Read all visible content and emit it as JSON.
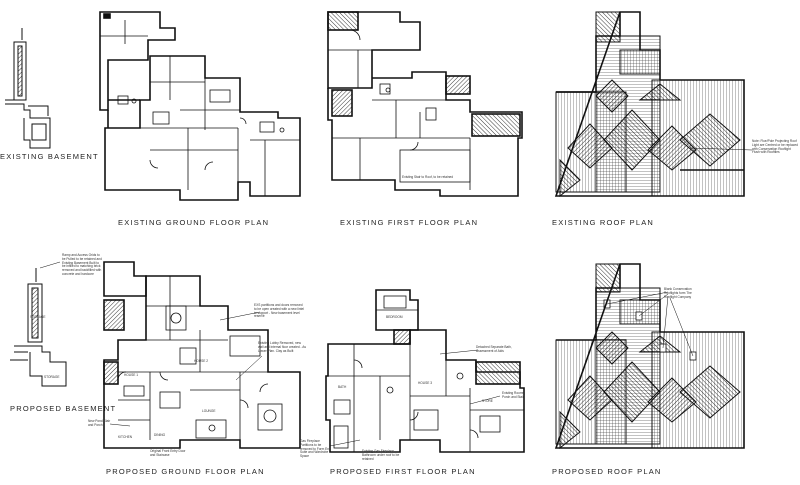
{
  "captions": {
    "existing_basement": "EXISTING BASEMENT",
    "existing_ground": "EXISTING GROUND FLOOR PLAN",
    "existing_first": "EXISTING FIRST FLOOR PLAN",
    "existing_roof": "EXISTING ROOF PLAN",
    "proposed_basement": "PROPOSED BASEMENT",
    "proposed_ground": "PROPOSED GROUND FLOOR PLAN",
    "proposed_first": "PROPOSED FIRST FLOOR PLAN",
    "proposed_roof": "PROPOSED ROOF PLAN"
  },
  "annotations": {
    "existing_first_note": "Existing Stair to Roof, to be retained",
    "existing_roof_note": "Note: Flue/Pole Projecting Roof Light are Centred or be replaced with Conservation Rooflight Flush with Rooftiles",
    "proposed_basement_note": "Ramp and Access Grids to be Pulled to be retained and Existing Basement Built to be infilled to matching brick removed and backfilled with concrete and hardcore",
    "proposed_basement_room_1": "STORAGE",
    "proposed_basement_room_2": "STORAGE",
    "proposed_ground_note_1": "EXS partitions and doors removed to be open created with a new lintel to support - New basement level reserve",
    "proposed_ground_note_2": "Existing Lobby Removed, new wall and internal floor created - As Lower Plan. Clay as Built",
    "proposed_ground_note_3": "New Pond Stair and Porch",
    "proposed_ground_note_4": "Original Front Entry Door and Staircase",
    "proposed_first_note_1": "Detached Separate Bath, Assessment of Aids",
    "proposed_first_note_2": "Existing Rooms, Porch and Stair",
    "proposed_first_note_3": "Gas Fireplace Partitions to be removed to Form En-Suite and Wardrobe Space",
    "proposed_first_note_4": "Existing Gas Fireplace Bathroom under roof to be retained",
    "proposed_roof_note": "Blank Conservation Rooflights form The Rooflight Company",
    "room_labels": {
      "house_2": "HOUSE 2",
      "house_1": "HOUSE 1",
      "house_3": "HOUSE 3",
      "lounge": "LOUNGE",
      "kitchen": "KITCHEN",
      "dining": "DINING",
      "bedroom": "BEDROOM",
      "bathroom": "BATH",
      "store": "STORE"
    }
  }
}
